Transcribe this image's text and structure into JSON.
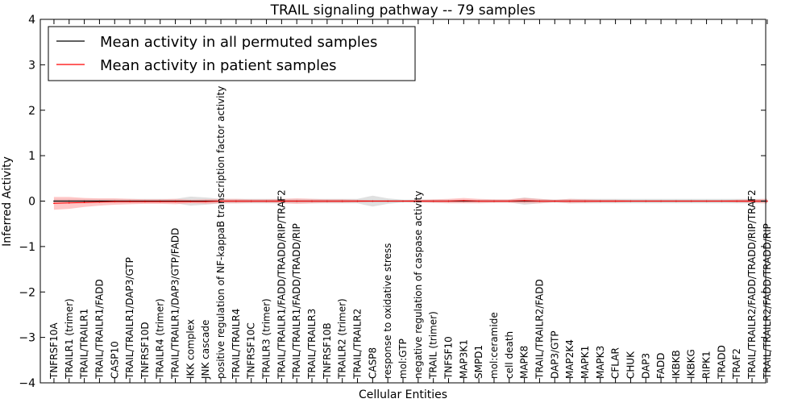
{
  "chart_data": {
    "type": "line",
    "title": "TRAIL signaling pathway -- 79 samples",
    "xlabel": "Cellular Entities",
    "ylabel": "Inferred Activity",
    "ylim": [
      -4,
      4
    ],
    "yticks": [
      "4",
      "3",
      "2",
      "1",
      "0",
      "−1",
      "−2",
      "−3",
      "−4"
    ],
    "ytick_values": [
      4,
      3,
      2,
      1,
      0,
      -1,
      -2,
      -3,
      -4
    ],
    "grid": false,
    "legend_position": "top-left",
    "categories": [
      "TNFRSF10A",
      "TRAILR1 (trimer)",
      "TRAIL/TRAILR1",
      "TRAIL/TRAILR1/FADD",
      "CASP10",
      "TRAIL/TRAILR1/DAP3/GTP",
      "TNFRSF10D",
      "TRAILR4 (trimer)",
      "TRAIL/TRAILR1/DAP3/GTP/FADD",
      "IKK complex",
      "JNK cascade",
      "positive regulation of NF-kappaB transcription factor activity",
      "TRAIL/TRAILR4",
      "TNFRSF10C",
      "TRAILR3 (trimer)",
      "TRAIL/TRAILR1/FADD/TRADD/RIP/TRAF2",
      "TRAIL/TRAILR1/FADD/TRADD/RIP",
      "TRAIL/TRAILR3",
      "TNFRSF10B",
      "TRAILR2 (trimer)",
      "TRAIL/TRAILR2",
      "CASP8",
      "response to oxidative stress",
      "mol:GTP",
      "negative regulation of caspase activity",
      "TRAIL (trimer)",
      "TNFSF10",
      "MAP3K1",
      "SMPD1",
      "mol:ceramide",
      "cell death",
      "MAPK8",
      "TRAIL/TRAILR2/FADD",
      "DAP3/GTP",
      "MAP2K4",
      "MAPK1",
      "MAPK3",
      "CFLAR",
      "CHUK",
      "DAP3",
      "FADD",
      "IKBKB",
      "IKBKG",
      "RIPK1",
      "TRADD",
      "TRAF2",
      "TRAIL/TRAILR2/FADD/TRADD/RIP/TRAF2",
      "TRAIL/TRAILR2/FADD/TRADD/RIP"
    ],
    "series": [
      {
        "name": "Mean activity in all permuted samples",
        "color": "#000000",
        "band_color": "#bbbbbb",
        "values": [
          0.0,
          0.0,
          0.0,
          0.0,
          0.0,
          0.0,
          0.0,
          0.0,
          0.0,
          0.0,
          0.0,
          0.0,
          0.0,
          0.0,
          0.0,
          0.0,
          0.0,
          0.0,
          0.0,
          0.0,
          0.0,
          0.0,
          0.0,
          0.0,
          0.0,
          0.0,
          0.0,
          0.0,
          0.0,
          0.0,
          0.0,
          0.0,
          0.0,
          0.0,
          0.0,
          0.0,
          0.0,
          0.0,
          0.0,
          0.0,
          0.0,
          0.0,
          0.0,
          0.0,
          0.0,
          0.0,
          0.0,
          0.0
        ],
        "spread": [
          0.05,
          0.05,
          0.05,
          0.05,
          0.05,
          0.05,
          0.05,
          0.05,
          0.05,
          0.1,
          0.08,
          0.05,
          0.05,
          0.05,
          0.05,
          0.05,
          0.05,
          0.05,
          0.05,
          0.05,
          0.05,
          0.12,
          0.06,
          0.03,
          0.03,
          0.03,
          0.03,
          0.03,
          0.03,
          0.03,
          0.03,
          0.08,
          0.05,
          0.03,
          0.05,
          0.05,
          0.05,
          0.05,
          0.05,
          0.05,
          0.05,
          0.05,
          0.05,
          0.05,
          0.05,
          0.05,
          0.05,
          0.05
        ]
      },
      {
        "name": "Mean activity in patient samples",
        "color": "#ff0000",
        "band_color": "#ff9999",
        "values": [
          -0.05,
          -0.04,
          -0.03,
          -0.02,
          -0.01,
          -0.01,
          -0.01,
          -0.01,
          -0.01,
          -0.01,
          -0.01,
          0.0,
          0.0,
          0.0,
          0.0,
          0.0,
          0.0,
          0.0,
          0.0,
          0.0,
          0.0,
          0.0,
          0.0,
          0.0,
          0.0,
          0.0,
          0.0,
          0.01,
          0.0,
          0.0,
          0.0,
          0.01,
          0.0,
          0.0,
          0.0,
          0.0,
          0.0,
          0.0,
          0.0,
          0.0,
          0.0,
          0.0,
          0.0,
          0.0,
          0.0,
          0.0,
          0.0,
          0.0
        ],
        "spread": [
          0.14,
          0.13,
          0.1,
          0.08,
          0.07,
          0.06,
          0.05,
          0.05,
          0.06,
          0.04,
          0.05,
          0.05,
          0.05,
          0.04,
          0.04,
          0.05,
          0.06,
          0.05,
          0.04,
          0.04,
          0.03,
          0.02,
          0.02,
          0.02,
          0.03,
          0.04,
          0.05,
          0.06,
          0.05,
          0.04,
          0.04,
          0.06,
          0.05,
          0.03,
          0.05,
          0.04,
          0.03,
          0.03,
          0.02,
          0.02,
          0.02,
          0.02,
          0.02,
          0.02,
          0.02,
          0.03,
          0.04,
          0.05
        ]
      }
    ]
  }
}
